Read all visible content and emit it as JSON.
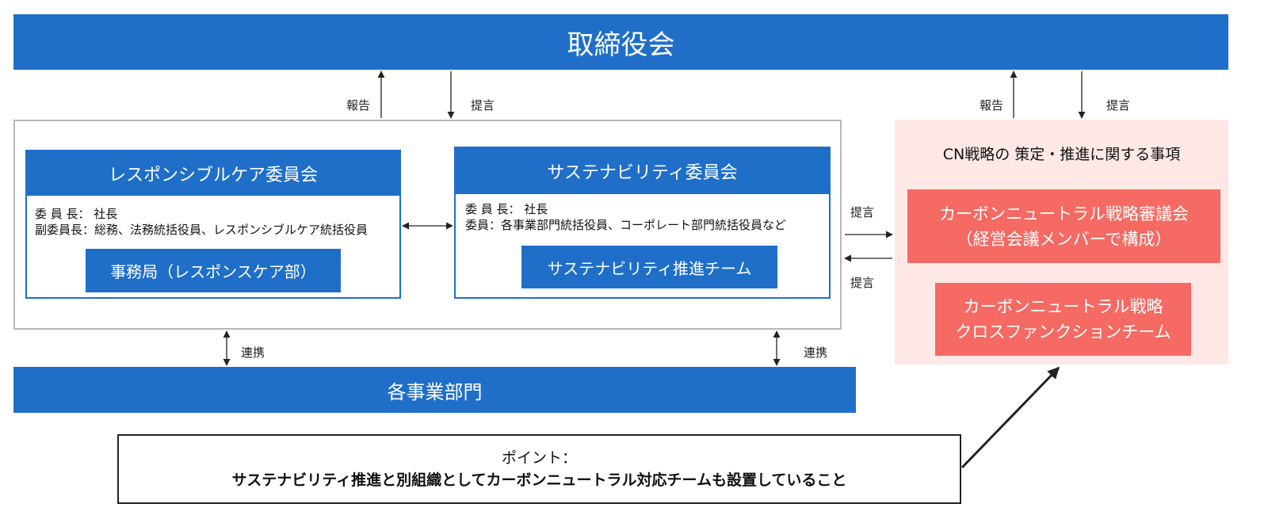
{
  "board": {
    "title": "取締役会"
  },
  "left_arrows": {
    "report": "報告",
    "propose": "提言"
  },
  "right_arrows": {
    "report": "報告",
    "propose": "提言"
  },
  "rc_committee": {
    "title": "レスポンシブルケア委員会",
    "line1": "委 員 長： 社長",
    "line2": "副委員長：総務、法務統括役員、レスポンシブルケア統括役員",
    "office": "事務局（レスポンスケア部）"
  },
  "sus_committee": {
    "title": "サステナビリティ委員会",
    "line1": "委 員 長： 社長",
    "line2": "委員：各事業部門統括役員、コーポレート部門統括役員など",
    "team": "サステナビリティ推進チーム"
  },
  "link_labels": {
    "left": "連携",
    "right": "連携"
  },
  "business_units": {
    "title": "各事業部門"
  },
  "middle_arrows": {
    "to_right": "提言",
    "to_left": "提言"
  },
  "cn_area": {
    "heading": "CN戦略の 策定・推進に関する事項",
    "council_line1": "カーボンニュートラル戦略審議会",
    "council_line2": "（経営会議メンバーで構成）",
    "team_line1": "カーボンニュートラル戦略",
    "team_line2": "クロスファンクションチーム"
  },
  "point": {
    "label": "ポイント：",
    "text": "サステナビリティ推進と別組織としてカーボンニュートラル対応チームも設置していること"
  },
  "colors": {
    "primary_blue": "#1f6fc9",
    "salmon": "#f56a63",
    "pink_bg": "#fde8e6"
  }
}
